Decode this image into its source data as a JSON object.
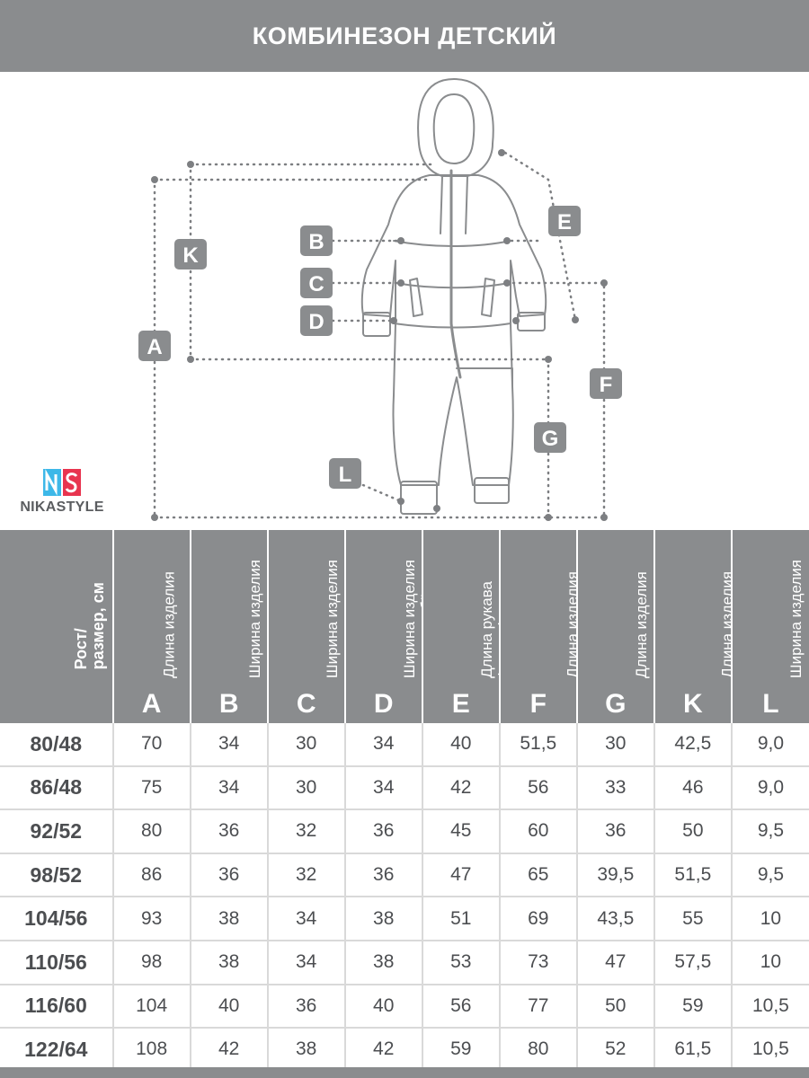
{
  "header": {
    "title": "КОМБИНЕЗОН ДЕТСКИЙ"
  },
  "brand": {
    "name": "NIKASTYLE",
    "logo_letters": "NS",
    "logo_colors": [
      "#3db8e8",
      "#e8344f"
    ]
  },
  "diagram": {
    "labels": {
      "a": "A",
      "b": "B",
      "c": "C",
      "d": "D",
      "e": "E",
      "f": "F",
      "g": "G",
      "k": "K",
      "l": "L"
    },
    "colors": {
      "badge": "#8a8c8e",
      "line": "#7d7f82",
      "outline": "#8a8c8e"
    }
  },
  "table": {
    "columns": [
      {
        "title": "Рост/\nразмер, см",
        "letter": ""
      },
      {
        "title": "Длина изделия",
        "letter": "A"
      },
      {
        "title": "Ширина изделия\nпо линии груди",
        "letter": "B"
      },
      {
        "title": "Ширина изделия\nпо линии талии",
        "letter": "C"
      },
      {
        "title": "Ширина изделия\nпо линии бёдер",
        "letter": "D"
      },
      {
        "title": "Длина рукава\n(реглан)",
        "letter": "E"
      },
      {
        "title": "Длина изделия\nпо боковому шву\nот талии",
        "letter": "F"
      },
      {
        "title": "Длина изделия\nпо шаговому шву",
        "letter": "G"
      },
      {
        "title": "Длина изделия\nот верха стойки\nдо шагового шва",
        "letter": "K"
      },
      {
        "title": "Ширина изделия\nпо линии низа",
        "letter": "L"
      }
    ],
    "rows": [
      [
        "80/48",
        "70",
        "34",
        "30",
        "34",
        "40",
        "51,5",
        "30",
        "42,5",
        "9,0"
      ],
      [
        "86/48",
        "75",
        "34",
        "30",
        "34",
        "42",
        "56",
        "33",
        "46",
        "9,0"
      ],
      [
        "92/52",
        "80",
        "36",
        "32",
        "36",
        "45",
        "60",
        "36",
        "50",
        "9,5"
      ],
      [
        "98/52",
        "86",
        "36",
        "32",
        "36",
        "47",
        "65",
        "39,5",
        "51,5",
        "9,5"
      ],
      [
        "104/56",
        "93",
        "38",
        "34",
        "38",
        "51",
        "69",
        "43,5",
        "55",
        "10"
      ],
      [
        "110/56",
        "98",
        "38",
        "34",
        "38",
        "53",
        "73",
        "47",
        "57,5",
        "10"
      ],
      [
        "116/60",
        "104",
        "40",
        "36",
        "40",
        "56",
        "77",
        "50",
        "59",
        "10,5"
      ],
      [
        "122/64",
        "108",
        "42",
        "38",
        "42",
        "59",
        "80",
        "52",
        "61,5",
        "10,5"
      ]
    ]
  }
}
